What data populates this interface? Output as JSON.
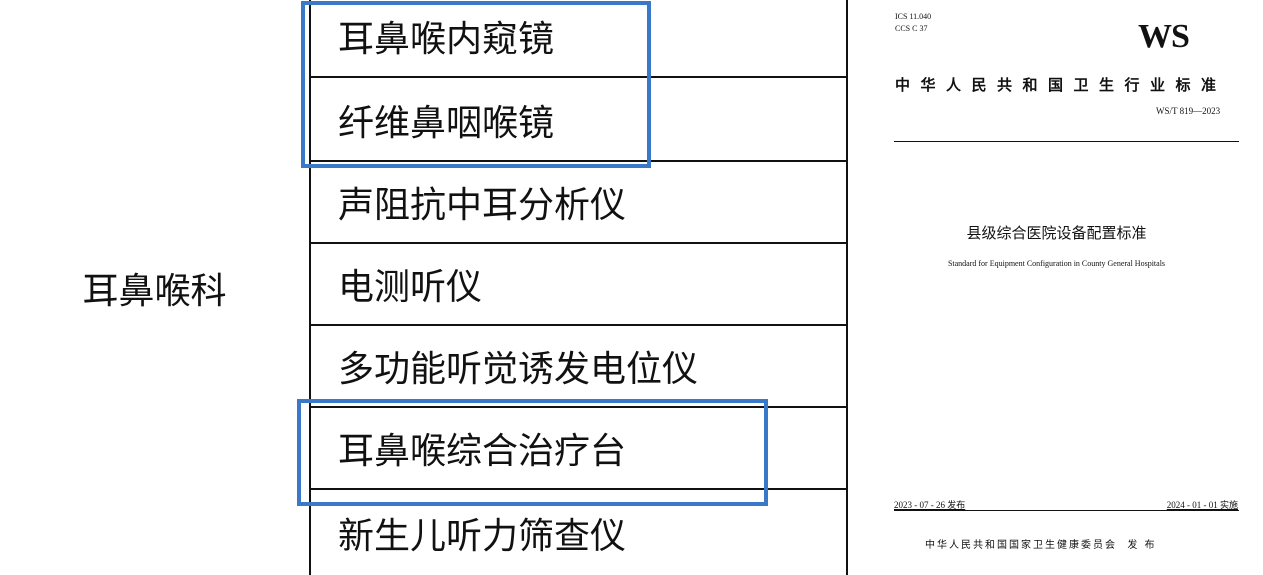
{
  "table": {
    "department": "耳鼻喉科",
    "items": [
      "耳鼻喉内窥镜",
      "纤维鼻咽喉镜",
      "声阻抗中耳分析仪",
      "电测听仪",
      "多功能听觉诱发电位仪",
      "耳鼻喉综合治疗台",
      "新生儿听力筛查仪"
    ],
    "highlight_color": "#3a78c8"
  },
  "cover": {
    "ics": "ICS 11.040",
    "ccs": "CCS C 37",
    "logo": "WS",
    "category": "中华人民共和国卫生行业标准",
    "number": "WS/T 819—2023",
    "title_cn": "县级综合医院设备配置标准",
    "title_en": "Standard for Equipment Configuration in County General Hospitals",
    "release": "2023 - 07 - 26 发布",
    "effective": "2024 - 01 - 01 实施",
    "issuer": "中华人民共和国国家卫生健康委员会  发 布"
  }
}
